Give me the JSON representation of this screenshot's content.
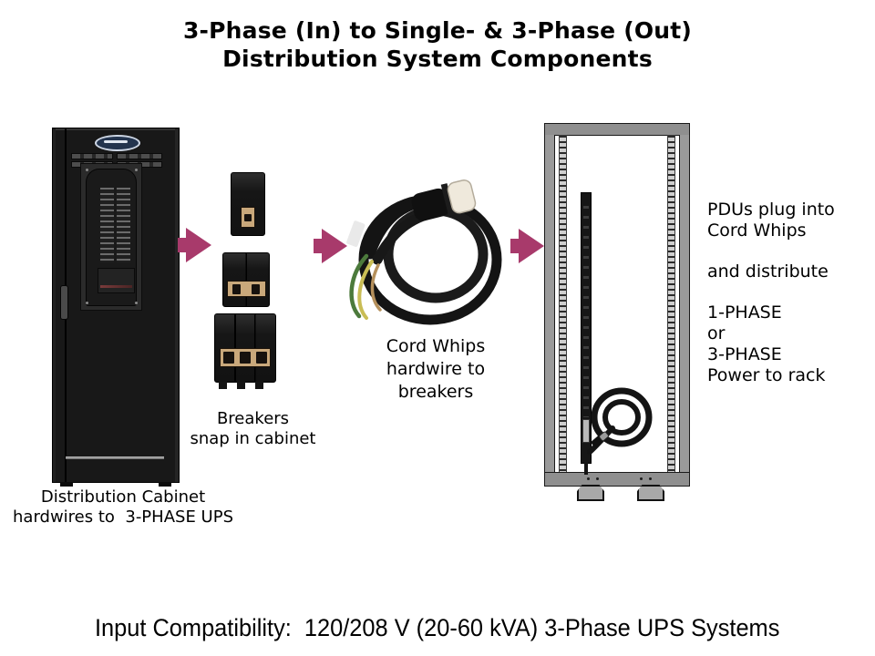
{
  "title": {
    "line1": "3-Phase (In) to Single- & 3-Phase (Out)",
    "line2": "Distribution System Components"
  },
  "annotations": {
    "cabinet": {
      "line1": "Distribution Cabinet",
      "line2": "hardwires to  3-PHASE UPS"
    },
    "breakers": {
      "line1": "Breakers",
      "line2": "snap in cabinet"
    },
    "cord_whips": {
      "line1": "Cord Whips",
      "line2": "hardwire to",
      "line3": "breakers"
    },
    "pdus": {
      "line1": "PDUs plug into",
      "line2": "Cord Whips",
      "line3": "and distribute",
      "line4": "1-PHASE",
      "line5": "or",
      "line6": "3-PHASE",
      "line7": "Power to rack"
    }
  },
  "footer": {
    "text": "Input Compatibility:  120/208 V (20-60 kVA) 3-Phase UPS Systems"
  },
  "colors": {
    "arrow": "#A83A6B",
    "background": "#FFFFFF",
    "breaker_toggle": "#C9A87B"
  },
  "icons": {
    "flow_arrow": "right-pointing-flow-arrow"
  }
}
